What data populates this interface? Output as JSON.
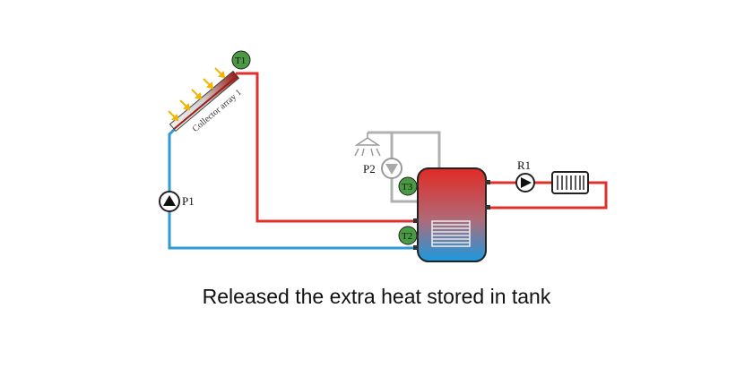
{
  "caption": "Released the extra heat stored in tank",
  "labels": {
    "collector": "Collector array 1",
    "t1": "T1",
    "t2": "T2",
    "t3": "T3",
    "p1": "P1",
    "p2": "P2",
    "r1": "R1"
  },
  "colors": {
    "hot": "#e0302c",
    "cold": "#2c9ad6",
    "gray": "#b0b0b0",
    "sensor": "#4a9a44",
    "arrow": "#f2b500"
  }
}
